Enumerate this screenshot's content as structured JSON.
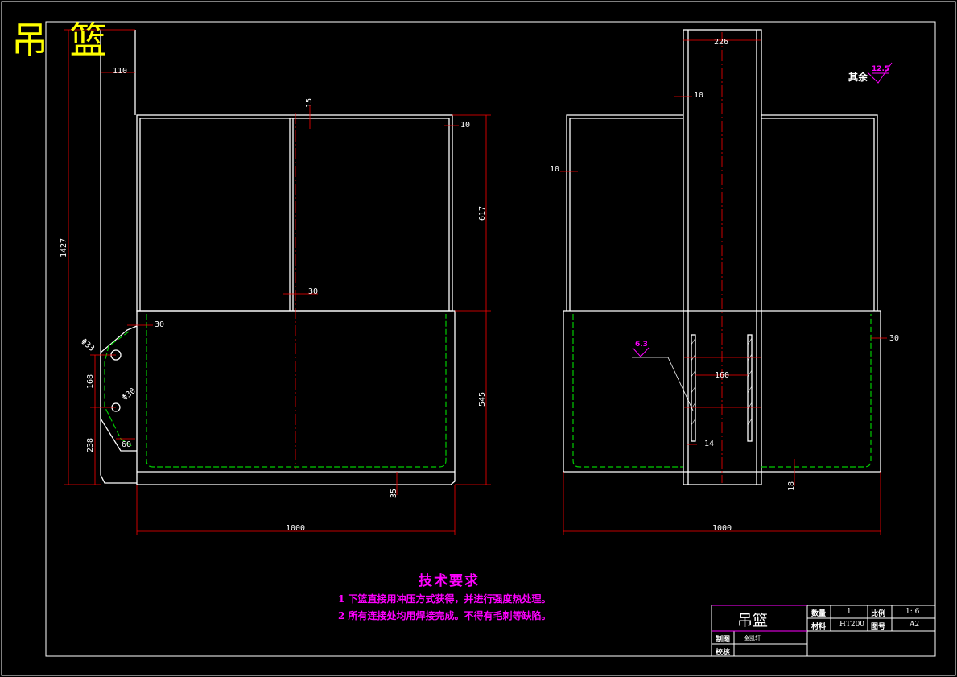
{
  "title": "吊 篮",
  "surface": {
    "prefix": "其余",
    "roughness": "12.5",
    "weld_roughness": "6.3"
  },
  "front_view": {
    "dims": {
      "top_width": "110",
      "height_total": "1427",
      "web": "15",
      "flange": "10",
      "upper_height": "617",
      "post": "30",
      "lower_height": "545",
      "wall": "30",
      "hole_large": "Φ33",
      "hole_small": "Φ30",
      "hole_spacing": "168",
      "hole_bottom": "238",
      "hook_width": "60",
      "bottom": "35",
      "width": "1000"
    }
  },
  "side_view": {
    "dims": {
      "column_width": "226",
      "column_wall": "10",
      "side_wall": "10",
      "wall": "30",
      "plate_spacing": "160",
      "plate_thick": "14",
      "bottom": "18",
      "width": "1000"
    }
  },
  "tech_requirements": {
    "title": "技术要求",
    "items": [
      "1  下篮直接用冲压方式获得，并进行强度热处理。",
      "2  所有连接处均用焊接完成。不得有毛刺等缺陷。"
    ]
  },
  "title_block": {
    "name": "吊篮",
    "quantity_label": "数量",
    "quantity": "1",
    "scale_label": "比例",
    "scale": "1: 6",
    "material_label": "材料",
    "material": "HT200",
    "drawing_no_label": "图号",
    "drawing_no": "A2",
    "drawn_label": "制图",
    "drawn_by": "金凯轩",
    "checked_label": "校核"
  },
  "colors": {
    "outline": "#ffffff",
    "dimension": "#ff0000",
    "hidden": "#00cc00",
    "annotation": "#ff00ff",
    "title": "#ffff00"
  }
}
